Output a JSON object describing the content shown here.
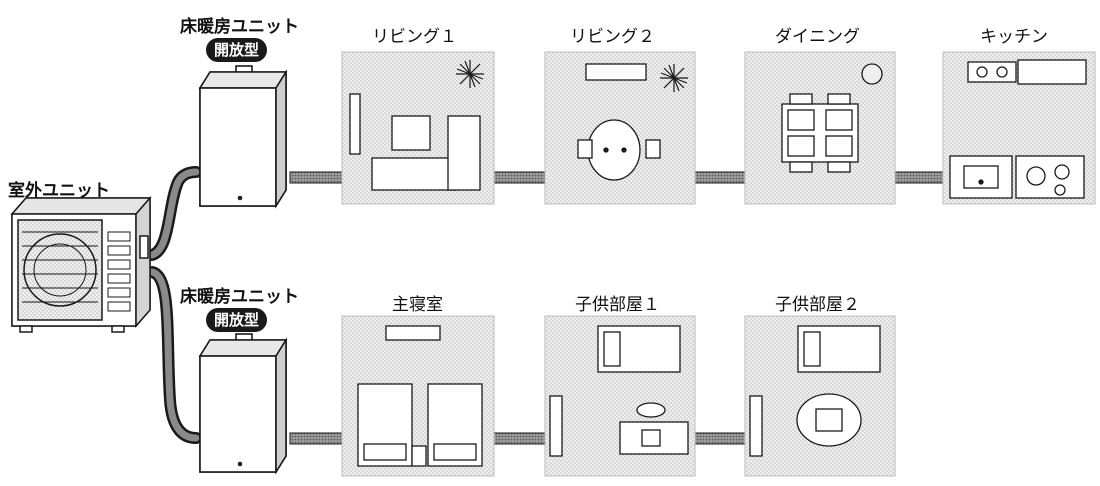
{
  "outdoor_unit": {
    "label": "室外ユニット"
  },
  "heater_units": [
    {
      "label": "床暖房ユニット",
      "badge": "開放型"
    },
    {
      "label": "床暖房ユニット",
      "badge": "開放型"
    }
  ],
  "rooms_top": [
    {
      "label": "リビング１"
    },
    {
      "label": "リビング２"
    },
    {
      "label": "ダイニング"
    },
    {
      "label": "キッチン"
    }
  ],
  "rooms_bottom": [
    {
      "label": "主寝室"
    },
    {
      "label": "子供部屋１"
    },
    {
      "label": "子供部屋２"
    }
  ],
  "colors": {
    "ink": "#1a1a1a",
    "floor": "#e2e2e2",
    "wall": "#cfcfcf",
    "pipe": "#777777"
  }
}
